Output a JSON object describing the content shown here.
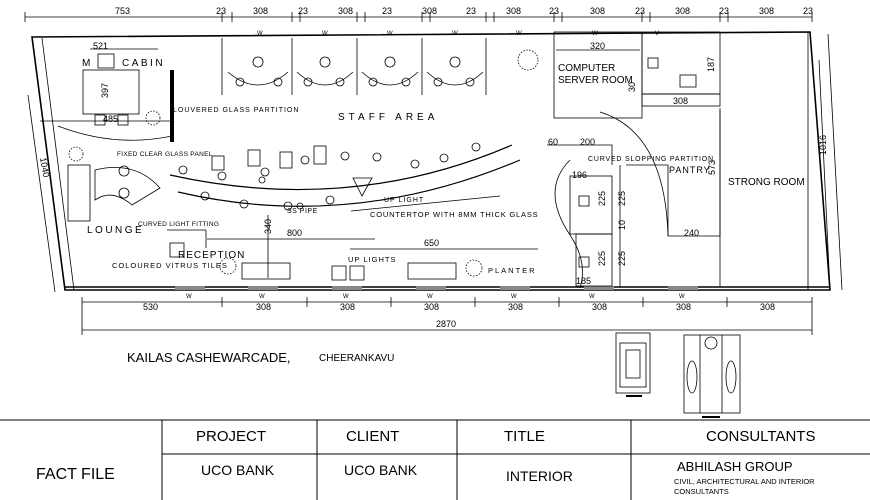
{
  "dimensions": {
    "top": [
      "753",
      "23",
      "308",
      "23",
      "308",
      "23",
      "308",
      "23",
      "308",
      "23",
      "308",
      "23",
      "308",
      "23",
      "308",
      "23"
    ],
    "bottom": [
      "530",
      "308",
      "308",
      "308",
      "308",
      "308",
      "308",
      "308"
    ],
    "overall_length": "2870",
    "left_side": "1040",
    "right_side": "1016",
    "manager_cabin_width": "521",
    "manager_cabin_depth": "397",
    "manager_cabin_desk": "485",
    "server_room_width": "320",
    "toilet_depth": "187",
    "toilet_width": "308",
    "pantry_a": "60",
    "pantry_b": "200",
    "pantry_c": "196",
    "pantry_d": "225",
    "pantry_e": "225",
    "pantry_f": "225",
    "pantry_g": "225",
    "pantry_h": "185",
    "pantry_i": "240",
    "pantry_j": "10",
    "pantry_k": "573",
    "pantry_l": "30",
    "reception_depth": "340",
    "reception_length": "800",
    "counter_length": "650"
  },
  "labels": {
    "manager_cabin": "M",
    "manager_cabin_rest": "CABIN",
    "louvered": "LOUVERED GLASS PARTITION",
    "staff_area": "STAFF AREA",
    "fixed_clear": "FIXED CLEAR GLASS PANEL",
    "computer": "COMPUTER",
    "server_room": "SERVER ROOM",
    "curved_partition": "CURVED SLOPPING PARTITION",
    "pantry": "PANTRY",
    "strong_room": "STRONG ROOM",
    "up_light": "UP LIGHT",
    "countertop": "COUNTERTOP WITH 8MM THICK GLASS",
    "ss_pipe": "SS PIPE",
    "curved_light": "CURVED LIGHT FITTING",
    "lounge": "LOUNGE",
    "reception": "RECEPTION",
    "coloured_tiles": "COLOURED VITRUS TILES",
    "up_lights": "UP LIGHTS",
    "planter": "PLANTER",
    "window_mark": "W",
    "door_mark": "V"
  },
  "project_info": {
    "building": "KAILAS CASHEWARCADE,",
    "place": "CHEERANKAVU"
  },
  "title_block": {
    "fact_file": "FACT FILE",
    "project_header": "PROJECT",
    "client_header": "CLIENT",
    "title_header": "TITLE",
    "consultants_header": "CONSULTANTS",
    "project_value": "UCO BANK",
    "client_value": "UCO BANK",
    "title_value": "INTERIOR",
    "consultants_name": "ABHILASH GROUP",
    "consultants_desc_1": "CIVIL, ARCHITECTURAL AND INTERIOR",
    "consultants_desc_2": "CONSULTANTS"
  }
}
